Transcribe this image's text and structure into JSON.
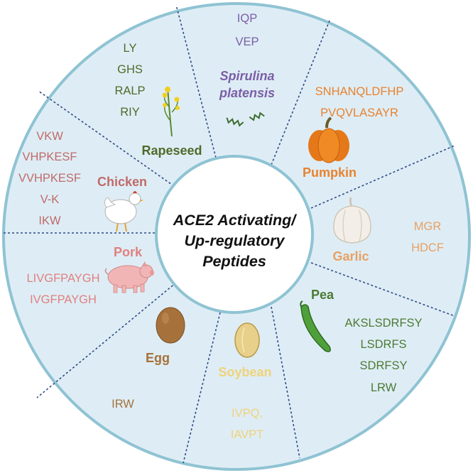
{
  "title_lines": [
    "ACE2 Activating/",
    "Up-regulatory",
    "Peptides"
  ],
  "sectors": [
    {
      "source": "Spirulina platensis",
      "source_lines": [
        "Spirulina",
        "platensis"
      ],
      "color": "#7b5ea7",
      "italic": true,
      "peptides": [
        "IQP",
        "VEP"
      ],
      "icon": "spirulina-icon"
    },
    {
      "source": "Pumpkin",
      "color": "#e8822e",
      "peptides": [
        "SNHANQLDFHP",
        "PVQVLASAYR"
      ],
      "icon": "pumpkin-icon"
    },
    {
      "source": "Garlic",
      "color": "#e8a064",
      "peptides": [
        "MGR",
        "HDCF"
      ],
      "icon": "garlic-icon"
    },
    {
      "source": "Pea",
      "color": "#4c7a34",
      "peptides": [
        "AKSLSDRFSY",
        "LSDRFS",
        "SDRFSY",
        "LRW"
      ],
      "icon": "pea-icon"
    },
    {
      "source": "Soybean",
      "color": "#f0d27a",
      "peptides": [
        "IVPQ,",
        "IAVPT"
      ],
      "icon": "soybean-icon"
    },
    {
      "source": "Egg",
      "color": "#a6713a",
      "peptides": [
        "IRW"
      ],
      "icon": "egg-icon"
    },
    {
      "source": "Pork",
      "color": "#e08080",
      "peptides": [
        "LIVGFPAYGH",
        "IVGFPAYGH"
      ],
      "icon": "pig-icon"
    },
    {
      "source": "Chicken",
      "color": "#c06a6a",
      "peptides": [
        "VKW",
        "VHPKESF",
        "VVHPKESF",
        "V-K",
        "IKW"
      ],
      "icon": "chicken-icon"
    },
    {
      "source": "Rapeseed",
      "color": "#4e6b2a",
      "peptides": [
        "LY",
        "GHS",
        "RALP",
        "RIY"
      ],
      "icon": "rapeseed-icon"
    }
  ],
  "colors": {
    "background": "#deedf5",
    "ring": "#8fc3d3",
    "center_fill": "#ffffff",
    "divider": "#2e4a8a"
  }
}
